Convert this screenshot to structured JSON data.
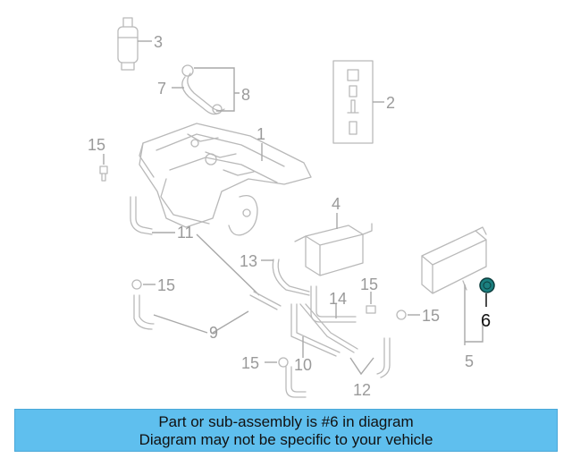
{
  "colors": {
    "banner_bg": "#5fbfee",
    "highlight_part": "#1a7f7f",
    "line_art": "#b9b9b9",
    "callout_text": "#9a9a9a"
  },
  "callouts": {
    "c1": "1",
    "c2": "2",
    "c3": "3",
    "c4": "4",
    "c5": "5",
    "c6": "6",
    "c7": "7",
    "c8": "8",
    "c9": "9",
    "c10": "10",
    "c11": "11",
    "c12": "12",
    "c13": "13",
    "c14": "14",
    "c15a": "15",
    "c15b": "15",
    "c15c": "15",
    "c15d": "15",
    "c15e": "15"
  },
  "highlighted_part": "6",
  "banner": {
    "line1": "Part or sub-assembly is #6 in diagram",
    "line2": "Diagram may not be specific to your vehicle"
  }
}
